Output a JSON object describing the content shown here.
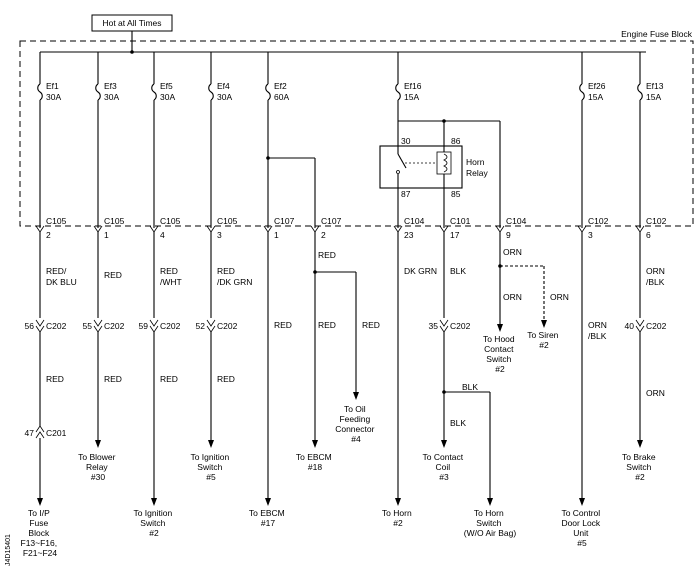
{
  "header": {
    "hot_label": "Hot at All Times",
    "block_label": "Engine Fuse Block"
  },
  "fuses": [
    {
      "id": "Ef1",
      "amp": "30A",
      "conn": "C105",
      "pin": "2"
    },
    {
      "id": "Ef3",
      "amp": "30A",
      "conn": "C105",
      "pin": "1"
    },
    {
      "id": "Ef5",
      "amp": "30A",
      "conn": "C105",
      "pin": "4"
    },
    {
      "id": "Ef4",
      "amp": "30A",
      "conn": "C105",
      "pin": "3"
    },
    {
      "id": "Ef2",
      "amp": "60A",
      "conn": "C107",
      "pin": "1"
    },
    {
      "id": "Ef16",
      "amp": "15A",
      "conn": "C104",
      "pin": "23"
    },
    {
      "id": "Ef26",
      "amp": "15A",
      "conn": "C102",
      "pin": "3"
    },
    {
      "id": "Ef13",
      "amp": "15A",
      "conn": "C102",
      "pin": "6"
    }
  ],
  "extra_connectors": [
    {
      "conn": "C107",
      "pin": "2"
    },
    {
      "conn": "C101",
      "pin": "17"
    },
    {
      "conn": "C104",
      "pin": "9"
    }
  ],
  "relay": {
    "label_1": "Horn",
    "label_2": "Relay",
    "pin_30": "30",
    "pin_86": "86",
    "pin_87": "87",
    "pin_85": "85"
  },
  "wire_colors": {
    "ef1_a": "RED/",
    "ef1_b": "DK BLU",
    "ef3": "RED",
    "ef5_a": "RED",
    "ef5_b": "/WHT",
    "ef4_a": "RED",
    "ef4_b": "/DK GRN",
    "ef2_low": "RED",
    "c107_2_top": "RED",
    "c107_2_low": "RED",
    "oil": "RED",
    "horn": "DK GRN",
    "relay85": "BLK",
    "hood_top": "ORN",
    "hood": "ORN",
    "siren": "ORN",
    "door_a": "ORN",
    "door_b": "/BLK",
    "brake_a": "ORN",
    "brake_b": "/BLK",
    "brake_low": "ORN",
    "ef1_low": "RED",
    "ef5_low": "RED",
    "ef4_low": "RED",
    "coil_top": "BLK",
    "coil": "BLK"
  },
  "c202": [
    {
      "pin": "56",
      "conn": "C202"
    },
    {
      "pin": "55",
      "conn": "C202"
    },
    {
      "pin": "59",
      "conn": "C202"
    },
    {
      "pin": "52",
      "conn": "C202"
    },
    {
      "pin": "35",
      "conn": "C202"
    },
    {
      "pin": "40",
      "conn": "C202"
    }
  ],
  "c201": {
    "pin": "47",
    "conn": "C201"
  },
  "destinations": {
    "ip_fuse": [
      "To I/P",
      "Fuse",
      "Block",
      "F13~F16,",
      "F21~F24"
    ],
    "blower": [
      "To Blower",
      "Relay",
      "#30"
    ],
    "ign2": [
      "To Ignition",
      "Switch",
      "#2"
    ],
    "ign5": [
      "To Ignition",
      "Switch",
      "#5"
    ],
    "ebcm17": [
      "To EBCM",
      "#17"
    ],
    "ebcm18": [
      "To EBCM",
      "#18"
    ],
    "oil": [
      "To Oil",
      "Feeding",
      "Connector",
      "#4"
    ],
    "horn": [
      "To Horn",
      "#2"
    ],
    "coil": [
      "To Contact",
      "Coil",
      "#3"
    ],
    "horn_switch": [
      "To Horn",
      "Switch",
      "(W/O Air Bag)"
    ],
    "hood": [
      "To Hood",
      "Contact",
      "Switch",
      "#2"
    ],
    "siren": [
      "To Siren",
      "#2"
    ],
    "door": [
      "To Control",
      "Door Lock",
      "Unit",
      "#5"
    ],
    "brake": [
      "To Brake",
      "Switch",
      "#2"
    ]
  },
  "side_code": "J4D15401"
}
